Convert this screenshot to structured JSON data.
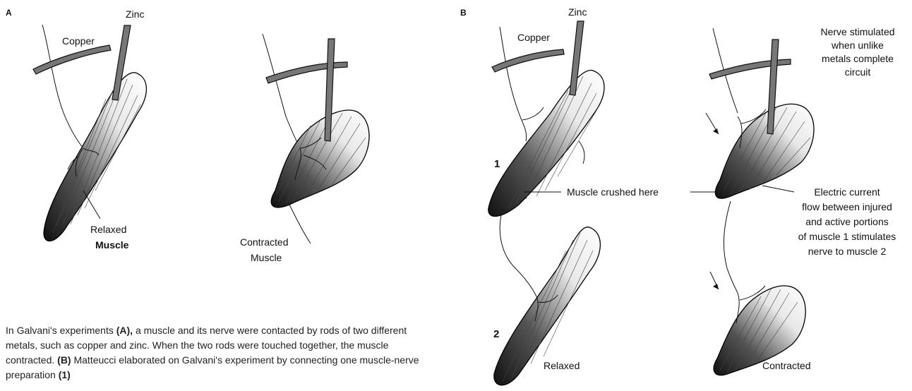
{
  "panel_a": {
    "tag": "A",
    "zinc": "Zinc",
    "copper": "Copper",
    "relaxed_line1": "Relaxed",
    "relaxed_line2": "Muscle",
    "contracted_line1": "Contracted",
    "contracted_line2": "Muscle"
  },
  "panel_b": {
    "tag": "B",
    "zinc": "Zinc",
    "copper": "Copper",
    "num1": "1",
    "num2": "2",
    "nerve_stimulated": [
      "Nerve stimulated",
      "when unlike",
      "metals complete",
      "circuit"
    ],
    "crushed": "Muscle crushed here",
    "current": [
      "Electric current",
      "flow between injured",
      "and active portions",
      "of muscle 1 stimulates",
      "nerve to muscle 2"
    ],
    "relaxed": "Relaxed",
    "contracted": "Contracted"
  },
  "caption": {
    "p1": "In Galvani's experiments ",
    "a": "(A),",
    "p2": " a muscle and its nerve were contacted by rods of two different metals, such as copper and zinc. When the two rods were touched together, the muscle contracted. ",
    "b": "(B)",
    "p3": " Matteucci elaborated on Galvani's experiment by connecting one muscle-nerve preparation ",
    "one": "(1)"
  },
  "colors": {
    "ink": "#111111",
    "rod": "#777777",
    "muscle_dark": "#1a1a1a",
    "muscle_light": "#ffffff"
  }
}
